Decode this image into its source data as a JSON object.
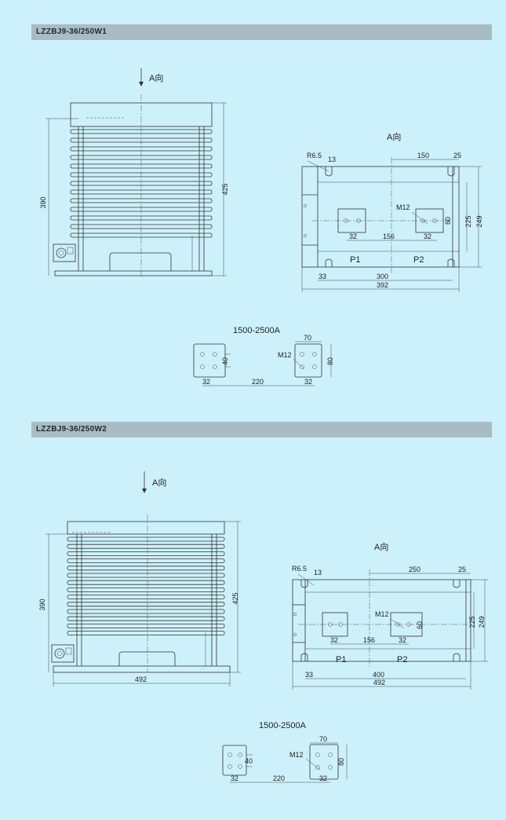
{
  "sections": [
    {
      "title": "LZZBJ9-36/250W1",
      "view_label_top": "A向",
      "view_label_side": "A向",
      "front": {
        "height_left": "390",
        "height_right": "425"
      },
      "plan": {
        "radius": "R6.5",
        "r_off": "13",
        "top_mid": "150",
        "top_right": "25",
        "bolt": "M12",
        "pad_h": "60",
        "h_inner": "225",
        "h_outer": "249",
        "p1": "P1",
        "p2": "P2",
        "hole_l": "32",
        "center": "156",
        "hole_r": "32",
        "edge": "33",
        "inner_len": "300",
        "total_len": "392"
      },
      "detail": {
        "rating": "1500-2500A",
        "pad_w": "70",
        "bolt": "M12",
        "hole_h": "40",
        "pad_h": "80",
        "hole_l": "32",
        "span": "220",
        "hole_r": "32"
      }
    },
    {
      "title": "LZZBJ9-36/250W2",
      "view_label_top": "A向",
      "view_label_side": "A向",
      "front": {
        "height_left": "390",
        "height_right": "425",
        "width": "492"
      },
      "plan": {
        "radius": "R6.5",
        "r_off": "13",
        "top_mid": "250",
        "top_right": "25",
        "bolt": "M12",
        "pad_h": "60",
        "h_inner": "225",
        "h_outer": "249",
        "p1": "P1",
        "p2": "P2",
        "hole_l": "32",
        "center": "156",
        "hole_r": "32",
        "edge": "33",
        "inner_len": "400",
        "total_len": "492"
      },
      "detail": {
        "rating": "1500-2500A",
        "pad_w": "70",
        "bolt": "M12",
        "hole_h": "40",
        "pad_h": "80",
        "hole_l": "32",
        "span": "220",
        "hole_r": "32"
      }
    }
  ],
  "colors": {
    "background": "#cdf1fb",
    "band": "#a9bcc4",
    "line": "#333333"
  }
}
